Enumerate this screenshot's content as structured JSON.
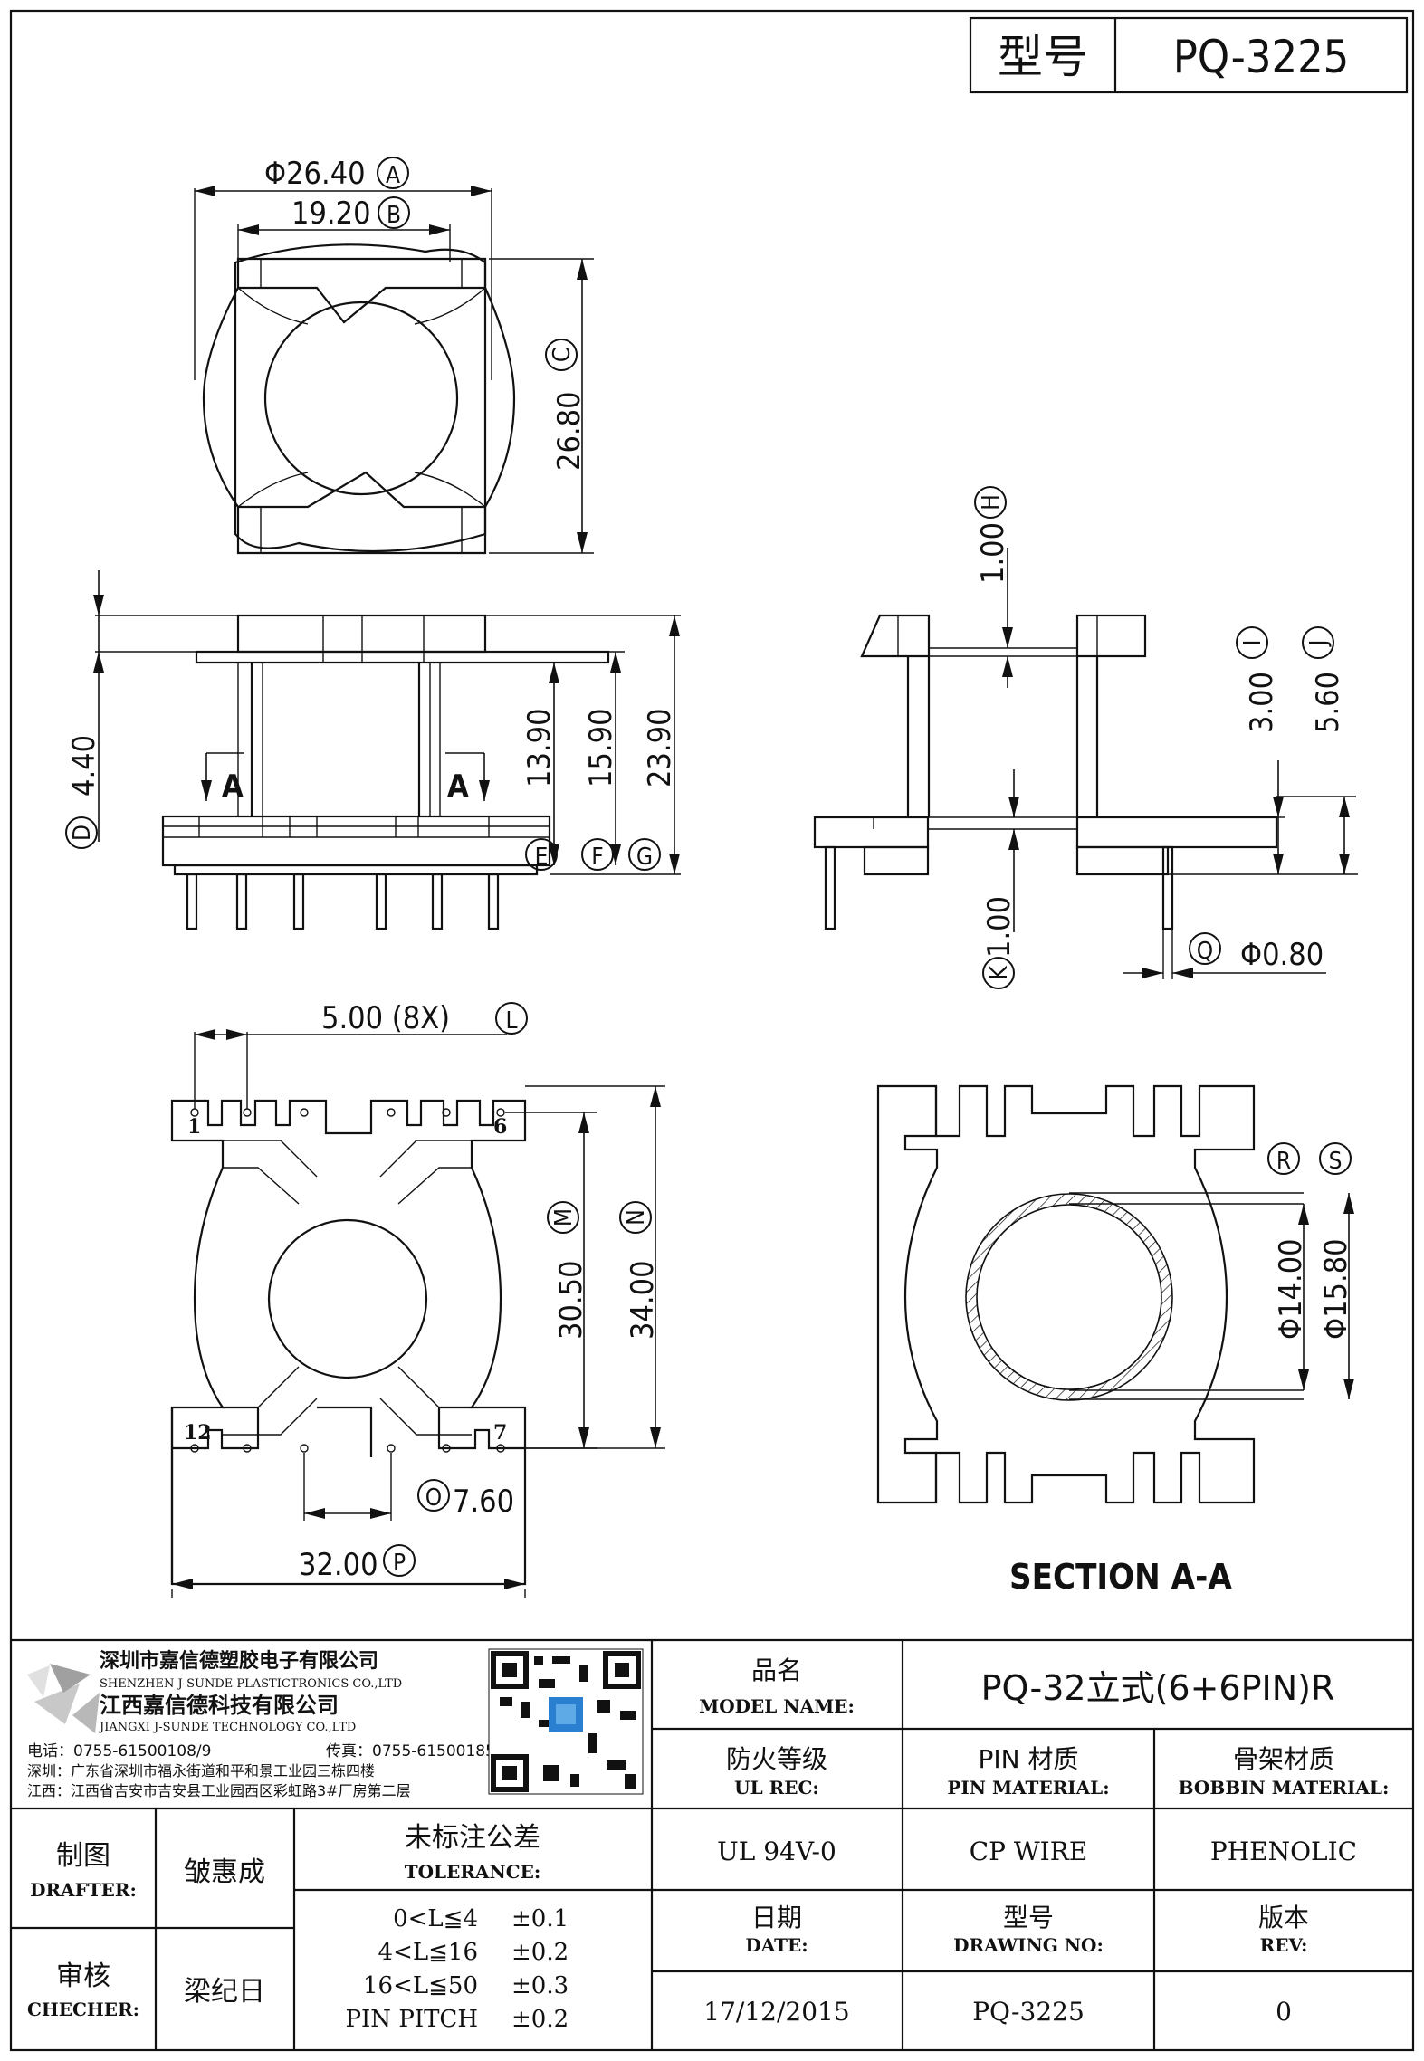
{
  "header": {
    "model_label": "型号",
    "model_value": "PQ-3225"
  },
  "top_view": {
    "dim_a": "Φ26.40",
    "dim_a_tag": "A",
    "dim_b": "19.20",
    "dim_b_tag": "B",
    "dim_c": "26.80",
    "dim_c_tag": "C"
  },
  "front_view": {
    "dim_d": "4.40",
    "dim_d_tag": "D",
    "dim_e": "13.90",
    "dim_e_tag": "E",
    "dim_f": "15.90",
    "dim_f_tag": "F",
    "dim_g": "23.90",
    "dim_g_tag": "G",
    "section_marker": "A"
  },
  "side_view": {
    "dim_h": "1.00",
    "dim_h_tag": "H",
    "dim_i": "3.00",
    "dim_i_tag": "I",
    "dim_j": "5.60",
    "dim_j_tag": "J",
    "dim_k": "1.00",
    "dim_k_tag": "K",
    "dim_q": "Φ0.80",
    "dim_q_tag": "Q"
  },
  "bottom_view": {
    "dim_l": "5.00 (8X)",
    "dim_l_tag": "L",
    "dim_m": "30.50",
    "dim_m_tag": "M",
    "dim_n": "34.00",
    "dim_n_tag": "N",
    "dim_o": "7.60",
    "dim_o_tag": "O",
    "dim_p": "32.00",
    "dim_p_tag": "P",
    "pin_1": "1",
    "pin_6": "6",
    "pin_7": "7",
    "pin_12": "12"
  },
  "section_view": {
    "dim_r": "Φ14.00",
    "dim_r_tag": "R",
    "dim_s": "Φ15.80",
    "dim_s_tag": "S",
    "title": "SECTION A-A"
  },
  "company": {
    "name_cn": "深圳市嘉信德塑胶电子有限公司",
    "name_en": "SHENZHEN J-SUNDE PLASTICTRONICS CO.,LTD",
    "name2_cn": "江西嘉信德科技有限公司",
    "name2_en": "JIANGXI J-SUNDE TECHNOLOGY CO.,LTD",
    "phone": "电话：0755-61500108/9",
    "fax": "传真：0755-61500185",
    "addr_sz": "深圳：广东省深圳市福永街道和平和景工业园三栋四楼",
    "addr_jx": "江西：江西省吉安市吉安县工业园西区彩虹路3#厂房第二层"
  },
  "title_block": {
    "model_name_cn": "品名",
    "model_name_en": "MODEL NAME:",
    "model_name_value": "PQ-32立式(6+6PIN)R",
    "ul_cn": "防火等级",
    "ul_en": "UL REC:",
    "pin_mat_cn": "PIN 材质",
    "pin_mat_en": "PIN MATERIAL:",
    "bobbin_mat_cn": "骨架材质",
    "bobbin_mat_en": "BOBBIN MATERIAL:",
    "ul_value": "UL 94V-0",
    "pin_mat_value": "CP WIRE",
    "bobbin_mat_value": "PHENOLIC",
    "drafter_cn": "制图",
    "drafter_en": "DRAFTER:",
    "drafter_name": "皱惠成",
    "checker_cn": "审核",
    "checker_en": "CHECHER:",
    "checker_name": "梁纪日",
    "tolerance_cn": "未标注公差",
    "tolerance_en": "TOLERANCE:",
    "tol_rows": [
      {
        "range": "0<L≦4",
        "value": "±0.1"
      },
      {
        "range": "4<L≦16",
        "value": "±0.2"
      },
      {
        "range": "16<L≦50",
        "value": "±0.3"
      },
      {
        "range": "PIN PITCH",
        "value": "±0.2"
      }
    ],
    "date_cn": "日期",
    "date_en": "DATE:",
    "drawing_cn": "型号",
    "drawing_en": "DRAWING NO:",
    "rev_cn": "版本",
    "rev_en": "REV:",
    "date_value": "17/12/2015",
    "drawing_value": "PQ-3225",
    "rev_value": "0"
  }
}
